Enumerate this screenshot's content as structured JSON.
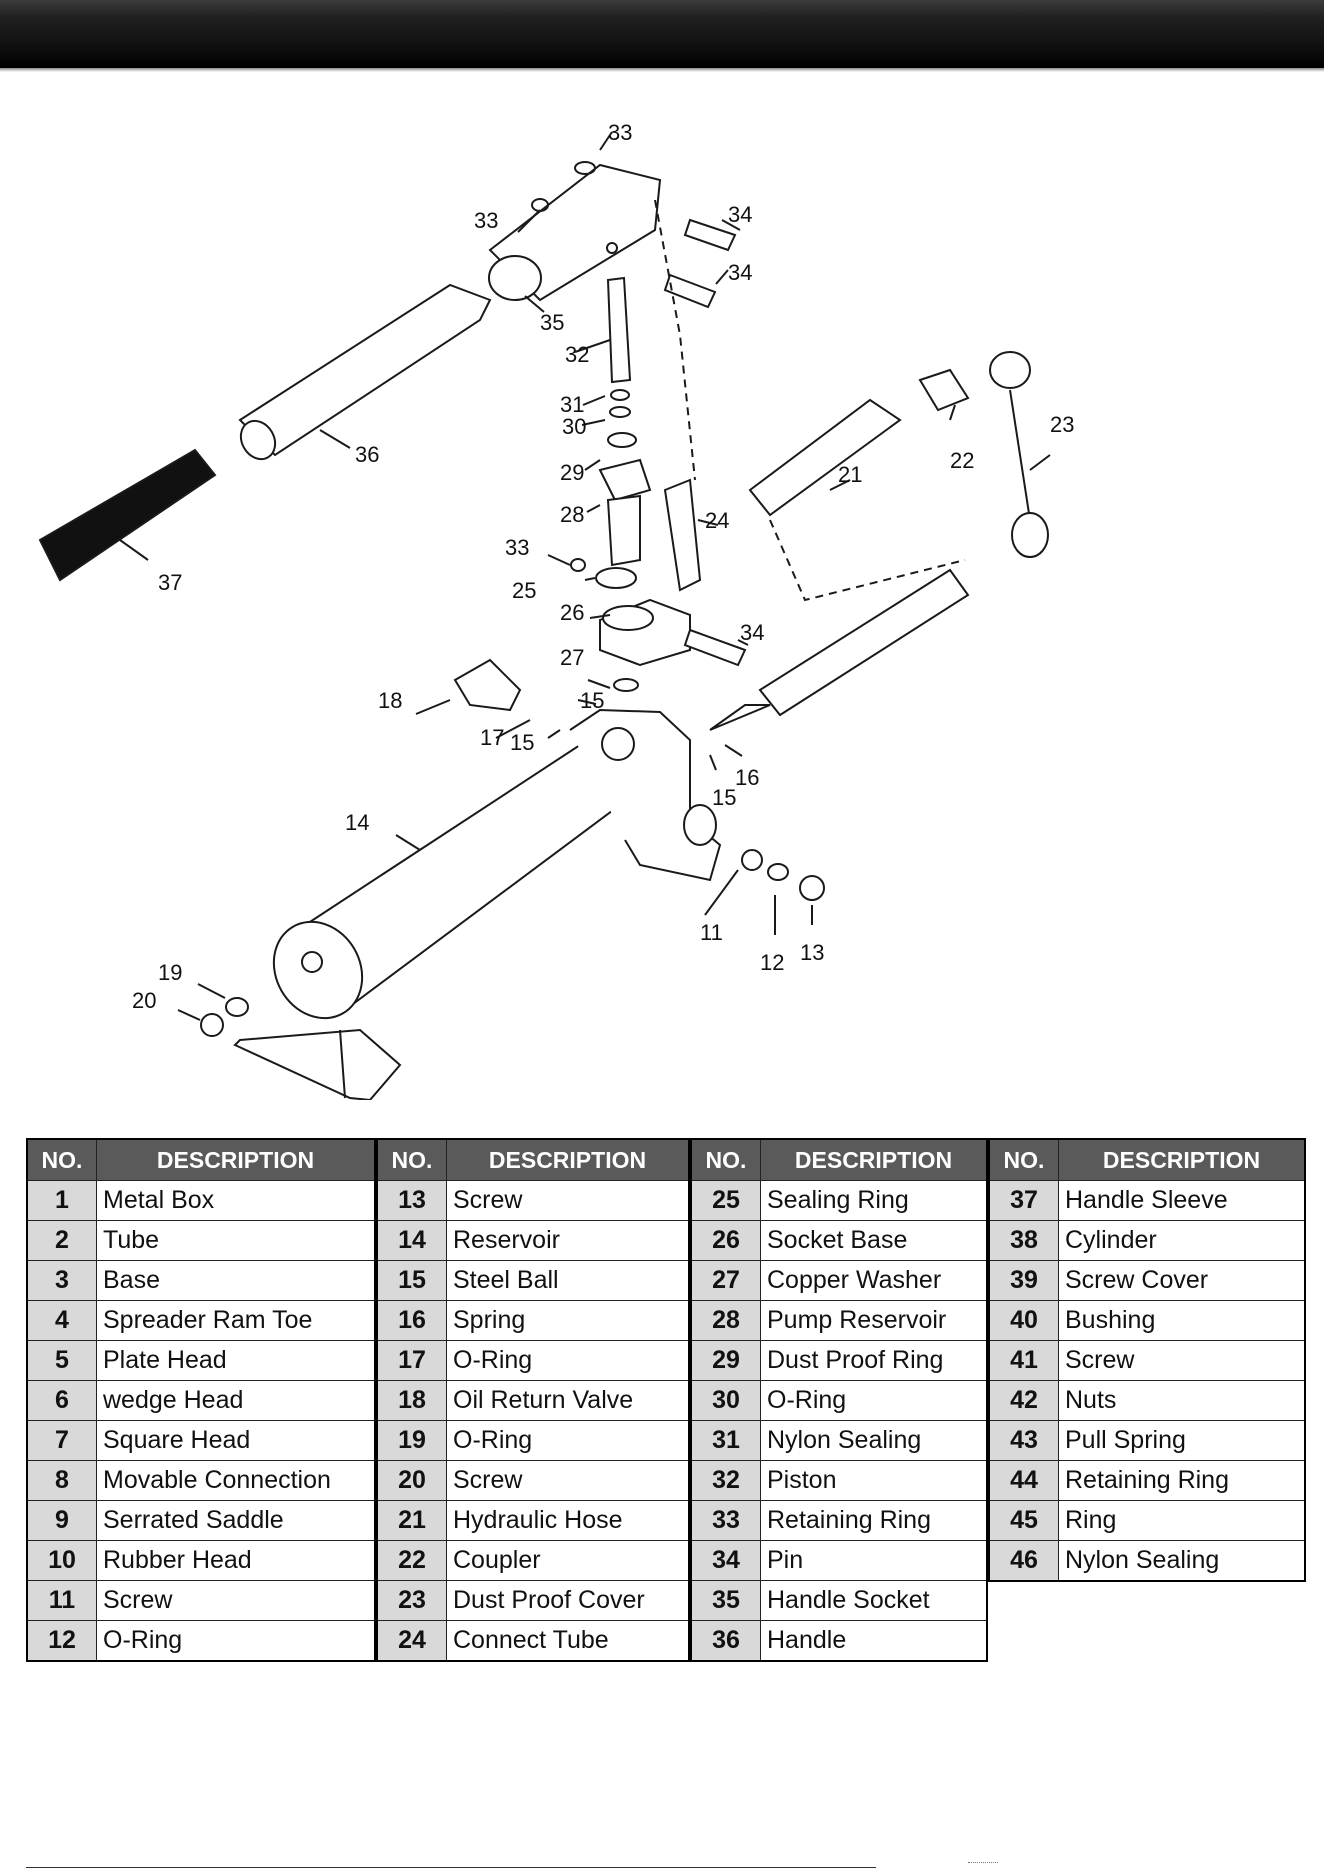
{
  "diagram": {
    "callouts": [
      "33",
      "33",
      "34",
      "34",
      "35",
      "32",
      "31",
      "30",
      "29",
      "28",
      "24",
      "21",
      "22",
      "23",
      "36",
      "37",
      "33",
      "25",
      "26",
      "34",
      "27",
      "15",
      "18",
      "17",
      "15",
      "16",
      "15",
      "14",
      "11",
      "12",
      "13",
      "19",
      "20"
    ]
  },
  "table": {
    "header_no": "NO.",
    "header_desc": "DESCRIPTION",
    "columns": [
      [
        {
          "no": "1",
          "desc": "Metal Box"
        },
        {
          "no": "2",
          "desc": "Tube"
        },
        {
          "no": "3",
          "desc": "Base"
        },
        {
          "no": "4",
          "desc": "Spreader Ram Toe"
        },
        {
          "no": "5",
          "desc": "Plate Head"
        },
        {
          "no": "6",
          "desc": "wedge Head"
        },
        {
          "no": "7",
          "desc": "Square Head"
        },
        {
          "no": "8",
          "desc": "Movable Connection"
        },
        {
          "no": "9",
          "desc": "Serrated Saddle"
        },
        {
          "no": "10",
          "desc": "Rubber Head"
        },
        {
          "no": "11",
          "desc": "Screw"
        },
        {
          "no": "12",
          "desc": "O-Ring"
        }
      ],
      [
        {
          "no": "13",
          "desc": "Screw"
        },
        {
          "no": "14",
          "desc": "Reservoir"
        },
        {
          "no": "15",
          "desc": "Steel Ball"
        },
        {
          "no": "16",
          "desc": "Spring"
        },
        {
          "no": "17",
          "desc": "O-Ring"
        },
        {
          "no": "18",
          "desc": "Oil Return Valve"
        },
        {
          "no": "19",
          "desc": "O-Ring"
        },
        {
          "no": "20",
          "desc": "Screw"
        },
        {
          "no": "21",
          "desc": "Hydraulic Hose"
        },
        {
          "no": "22",
          "desc": "Coupler"
        },
        {
          "no": "23",
          "desc": "Dust Proof Cover"
        },
        {
          "no": "24",
          "desc": "Connect Tube"
        }
      ],
      [
        {
          "no": "25",
          "desc": "Sealing Ring"
        },
        {
          "no": "26",
          "desc": "Socket Base"
        },
        {
          "no": "27",
          "desc": "Copper Washer"
        },
        {
          "no": "28",
          "desc": "Pump Reservoir"
        },
        {
          "no": "29",
          "desc": "Dust Proof Ring"
        },
        {
          "no": "30",
          "desc": "O-Ring"
        },
        {
          "no": "31",
          "desc": "Nylon Sealing"
        },
        {
          "no": "32",
          "desc": "Piston"
        },
        {
          "no": "33",
          "desc": "Retaining Ring"
        },
        {
          "no": "34",
          "desc": "Pin"
        },
        {
          "no": "35",
          "desc": "Handle Socket"
        },
        {
          "no": "36",
          "desc": "Handle"
        }
      ],
      [
        {
          "no": "37",
          "desc": "Handle Sleeve"
        },
        {
          "no": "38",
          "desc": "Cylinder"
        },
        {
          "no": "39",
          "desc": "Screw Cover"
        },
        {
          "no": "40",
          "desc": "Bushing"
        },
        {
          "no": "41",
          "desc": "Screw"
        },
        {
          "no": "42",
          "desc": "Nuts"
        },
        {
          "no": "43",
          "desc": "Pull Spring"
        },
        {
          "no": "44",
          "desc": "Retaining Ring"
        },
        {
          "no": "45",
          "desc": "Ring"
        },
        {
          "no": "46",
          "desc": "Nylon Sealing"
        }
      ]
    ]
  }
}
